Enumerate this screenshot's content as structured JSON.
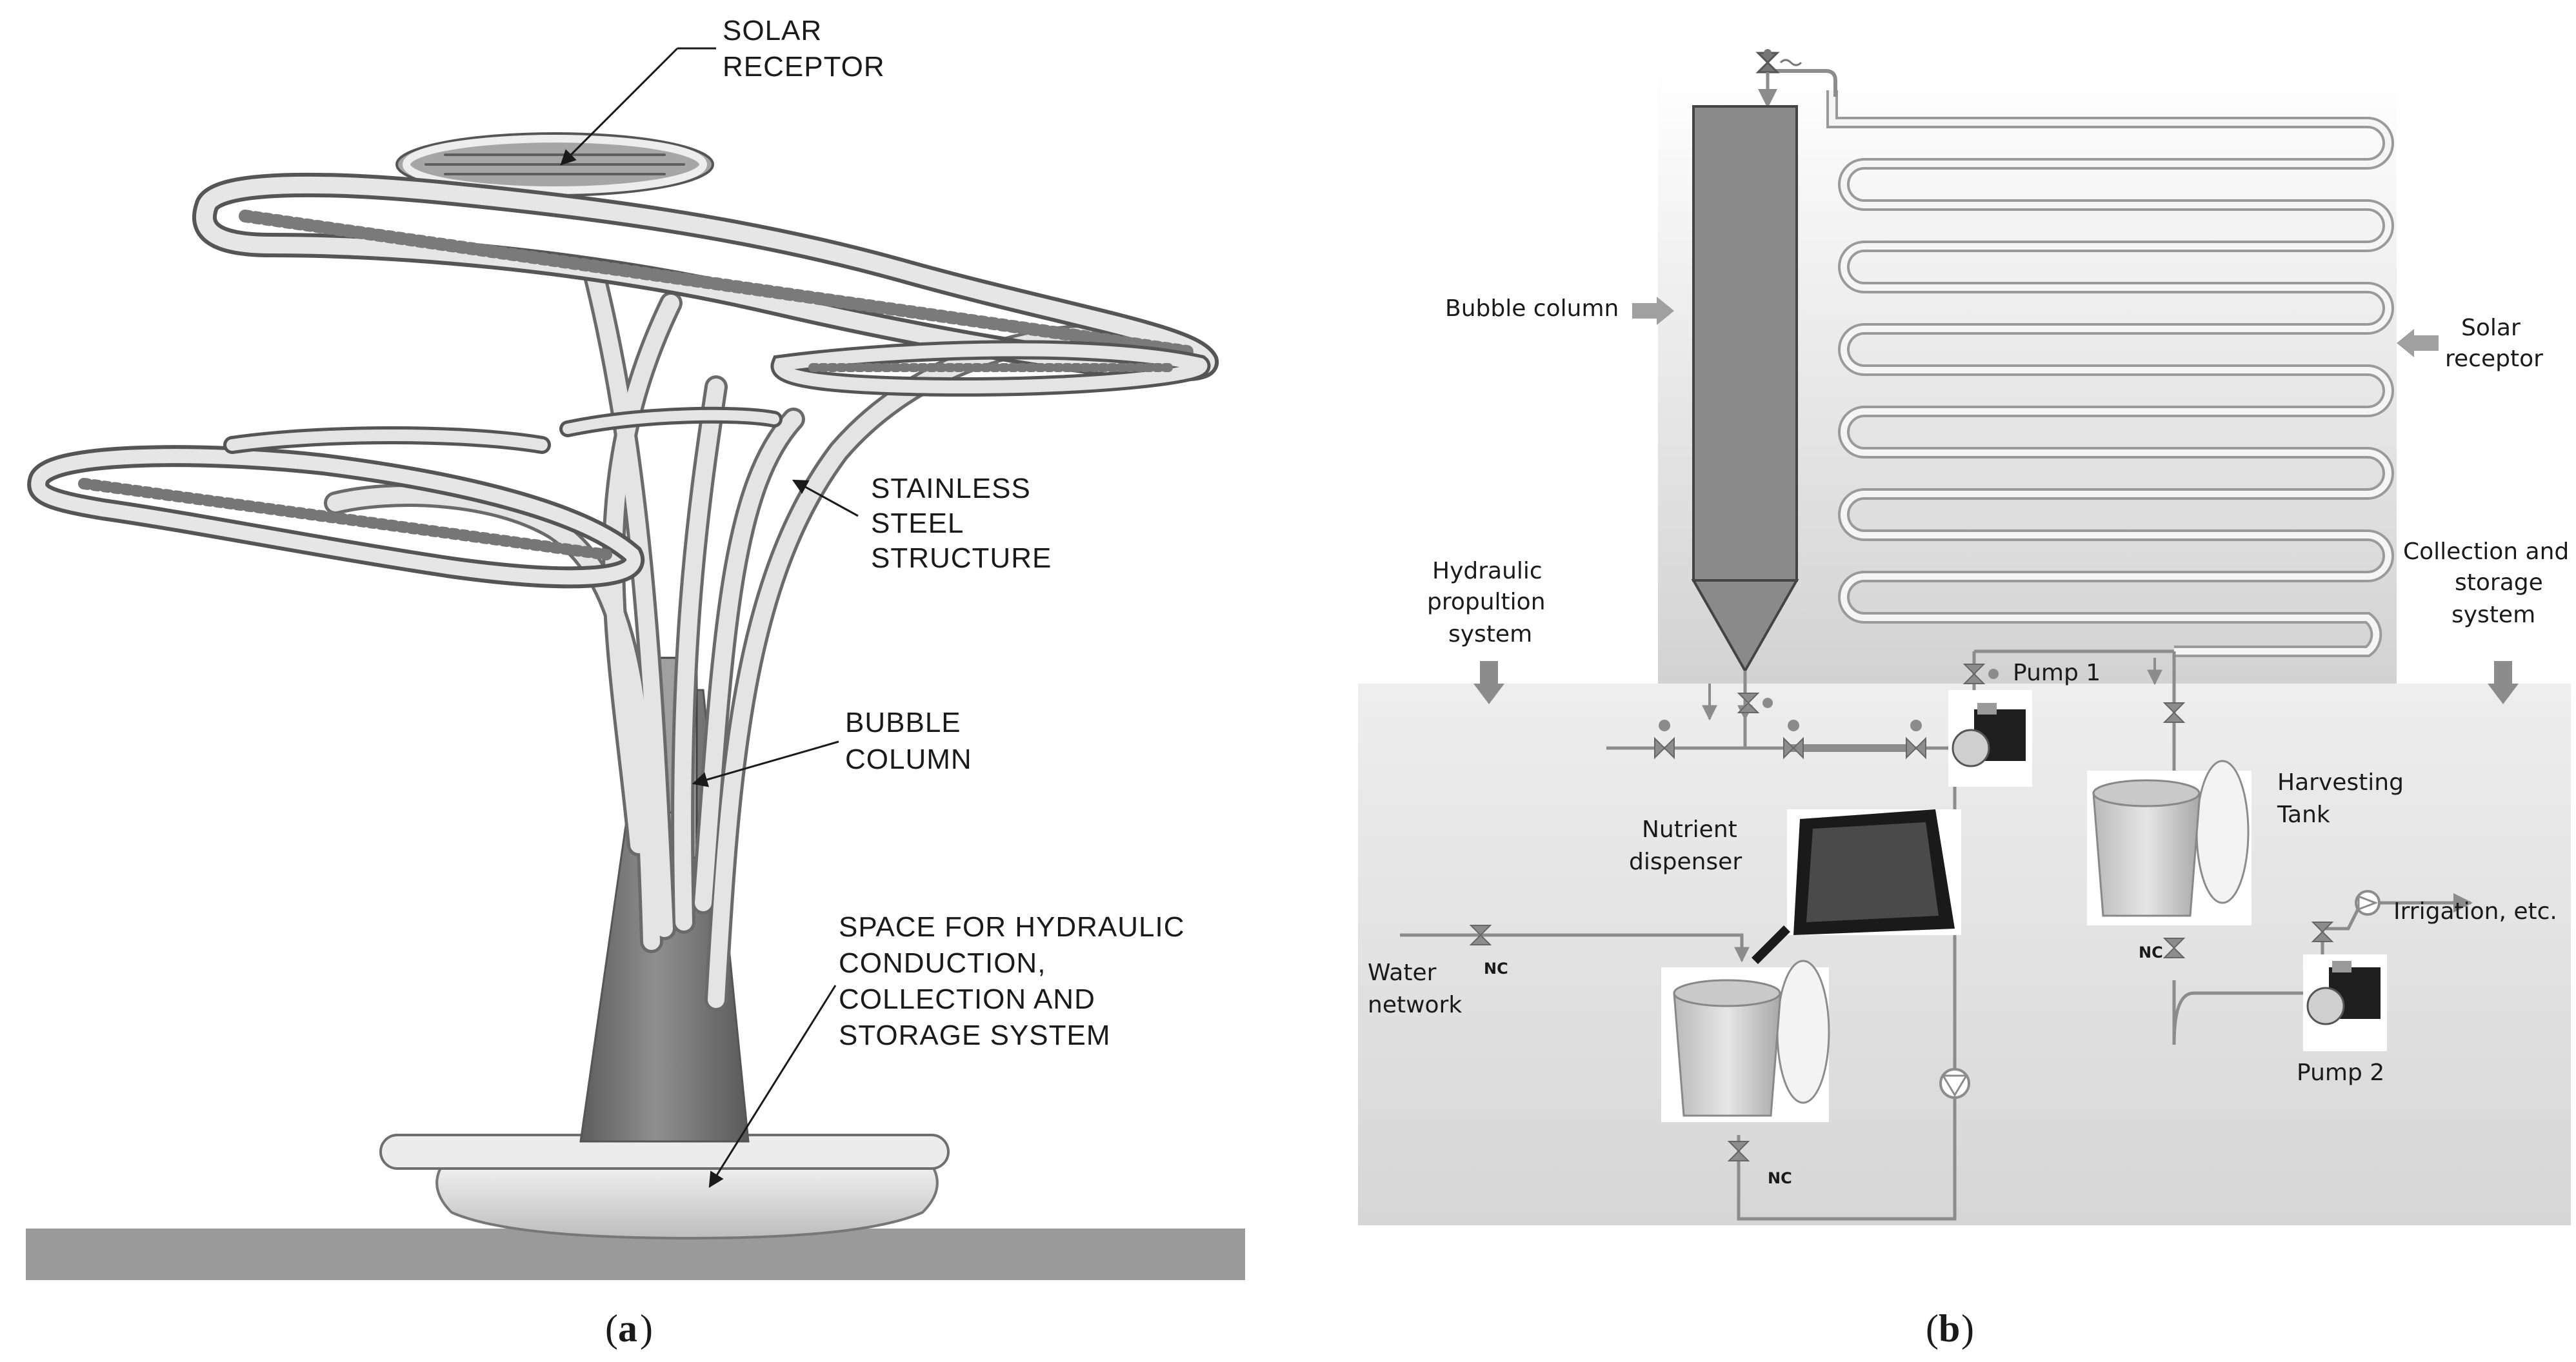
{
  "panel_a": {
    "caption_open": "(",
    "caption_letter": "a",
    "caption_close": ")",
    "labels": {
      "solar_receptor": [
        "SOLAR",
        "RECEPTOR"
      ],
      "stainless_steel": [
        "STAINLESS",
        "STEEL",
        "STRUCTURE"
      ],
      "bubble_column": [
        "BUBBLE",
        "COLUMN"
      ],
      "space_hydraulic": [
        "SPACE FOR HYDRAULIC",
        "CONDUCTION,",
        "COLLECTION AND",
        "STORAGE SYSTEM"
      ]
    }
  },
  "panel_b": {
    "caption_open": "(",
    "caption_letter": "b",
    "caption_close": ")",
    "labels": {
      "bubble_column": "Bubble column",
      "solar_receptor": [
        "Solar",
        "receptor"
      ],
      "hydraulic_propulsion": [
        "Hydraulic",
        "propultion",
        "system"
      ],
      "collection_storage": [
        "Collection and",
        "storage",
        "system"
      ],
      "pump1": "Pump 1",
      "pump2": "Pump 2",
      "harvesting_tank": [
        "Harvesting",
        "Tank"
      ],
      "nutrient_dispenser": [
        "Nutrient",
        "dispenser"
      ],
      "water_network": [
        "Water",
        "network"
      ],
      "irrigation": "Irrigation, etc.",
      "nc": "NC"
    }
  },
  "colors": {
    "steel_light": "#e8e8e8",
    "steel_mid": "#b4b4b4",
    "steel_dark": "#6e6e6e",
    "trunk": "#7c7c7c",
    "ground": "#9a9a9a",
    "column": "#8a8a8a",
    "bg_gray": "#d9d9d9",
    "pipe": "#8c8c8c"
  }
}
